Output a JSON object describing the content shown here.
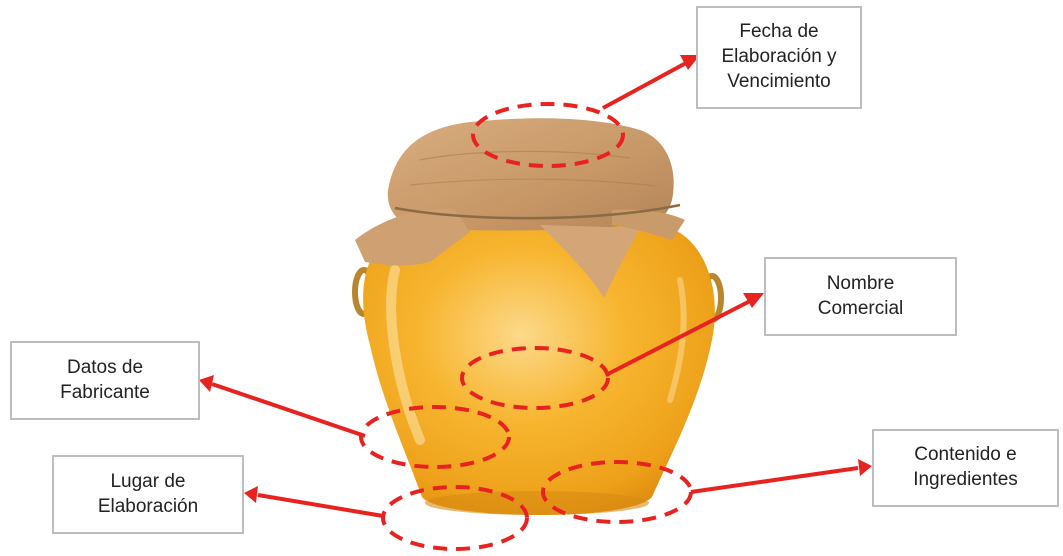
{
  "labels": {
    "fecha": [
      "Fecha de",
      "Elaboración y",
      "Vencimiento"
    ],
    "nombre": [
      "Nombre",
      "Comercial"
    ],
    "datos": [
      "Datos de",
      "Fabricante"
    ],
    "lugar": [
      "Lugar de",
      "Elaboración"
    ],
    "contenido": [
      "Contenido e",
      "Ingredientes"
    ]
  },
  "colors": {
    "callout": "#e8231f",
    "box_border": "#bdbdbd",
    "honey": "#f5a41c",
    "honey_light": "#fbd577",
    "paper": "#c99a6a",
    "paper_dark": "#a97a4c",
    "handle": "#b8862f"
  },
  "icons": [
    "honey-jar-image",
    "arrow-head-icon"
  ]
}
